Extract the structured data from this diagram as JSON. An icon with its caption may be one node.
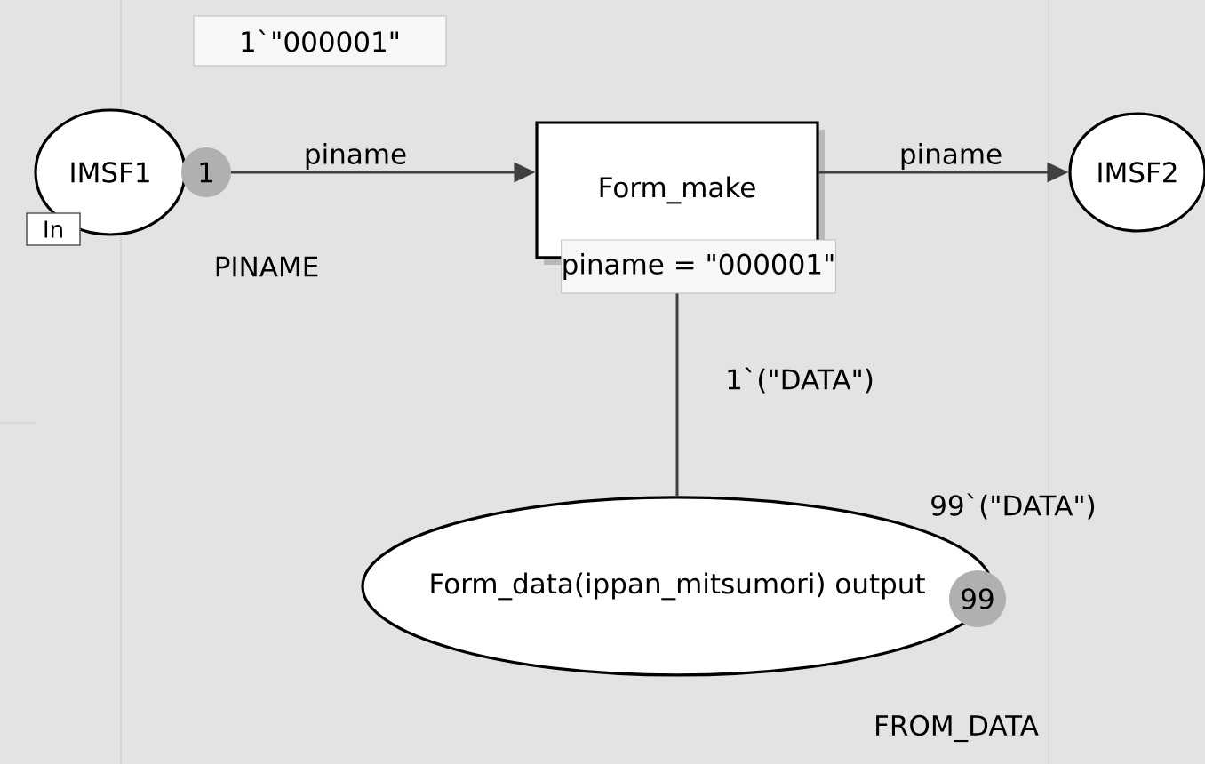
{
  "diagram": {
    "nodes": [
      {
        "text": [
          "IMSF1"
        ],
        "beside": [
          "PINAME"
        ]
      },
      {
        "text": [
          "1`\"000001\""
        ]
      },
      {
        "text": [
          "In"
        ]
      },
      {
        "text": [
          "Form_make"
        ]
      },
      {
        "text": [
          "piname = \"000001\""
        ]
      },
      {
        "text": [
          "IMSF2"
        ]
      },
      {
        "text": [
          "Form_data(ippan_mitsumori) output"
        ],
        "beside": [
          "FROM_DATA"
        ]
      }
    ],
    "edges": [
      {
        "from": 0,
        "to": 3,
        "arrow": "to",
        "label": "piname"
      },
      {
        "from": 3,
        "to": 5,
        "arrow": "to",
        "label": "piname"
      },
      {
        "from": 4,
        "to": 6,
        "arrow": "none",
        "label": "1`(\"DATA\")"
      }
    ],
    "labels": [
      "1",
      "99`(\"DATA\")",
      "99"
    ]
  }
}
